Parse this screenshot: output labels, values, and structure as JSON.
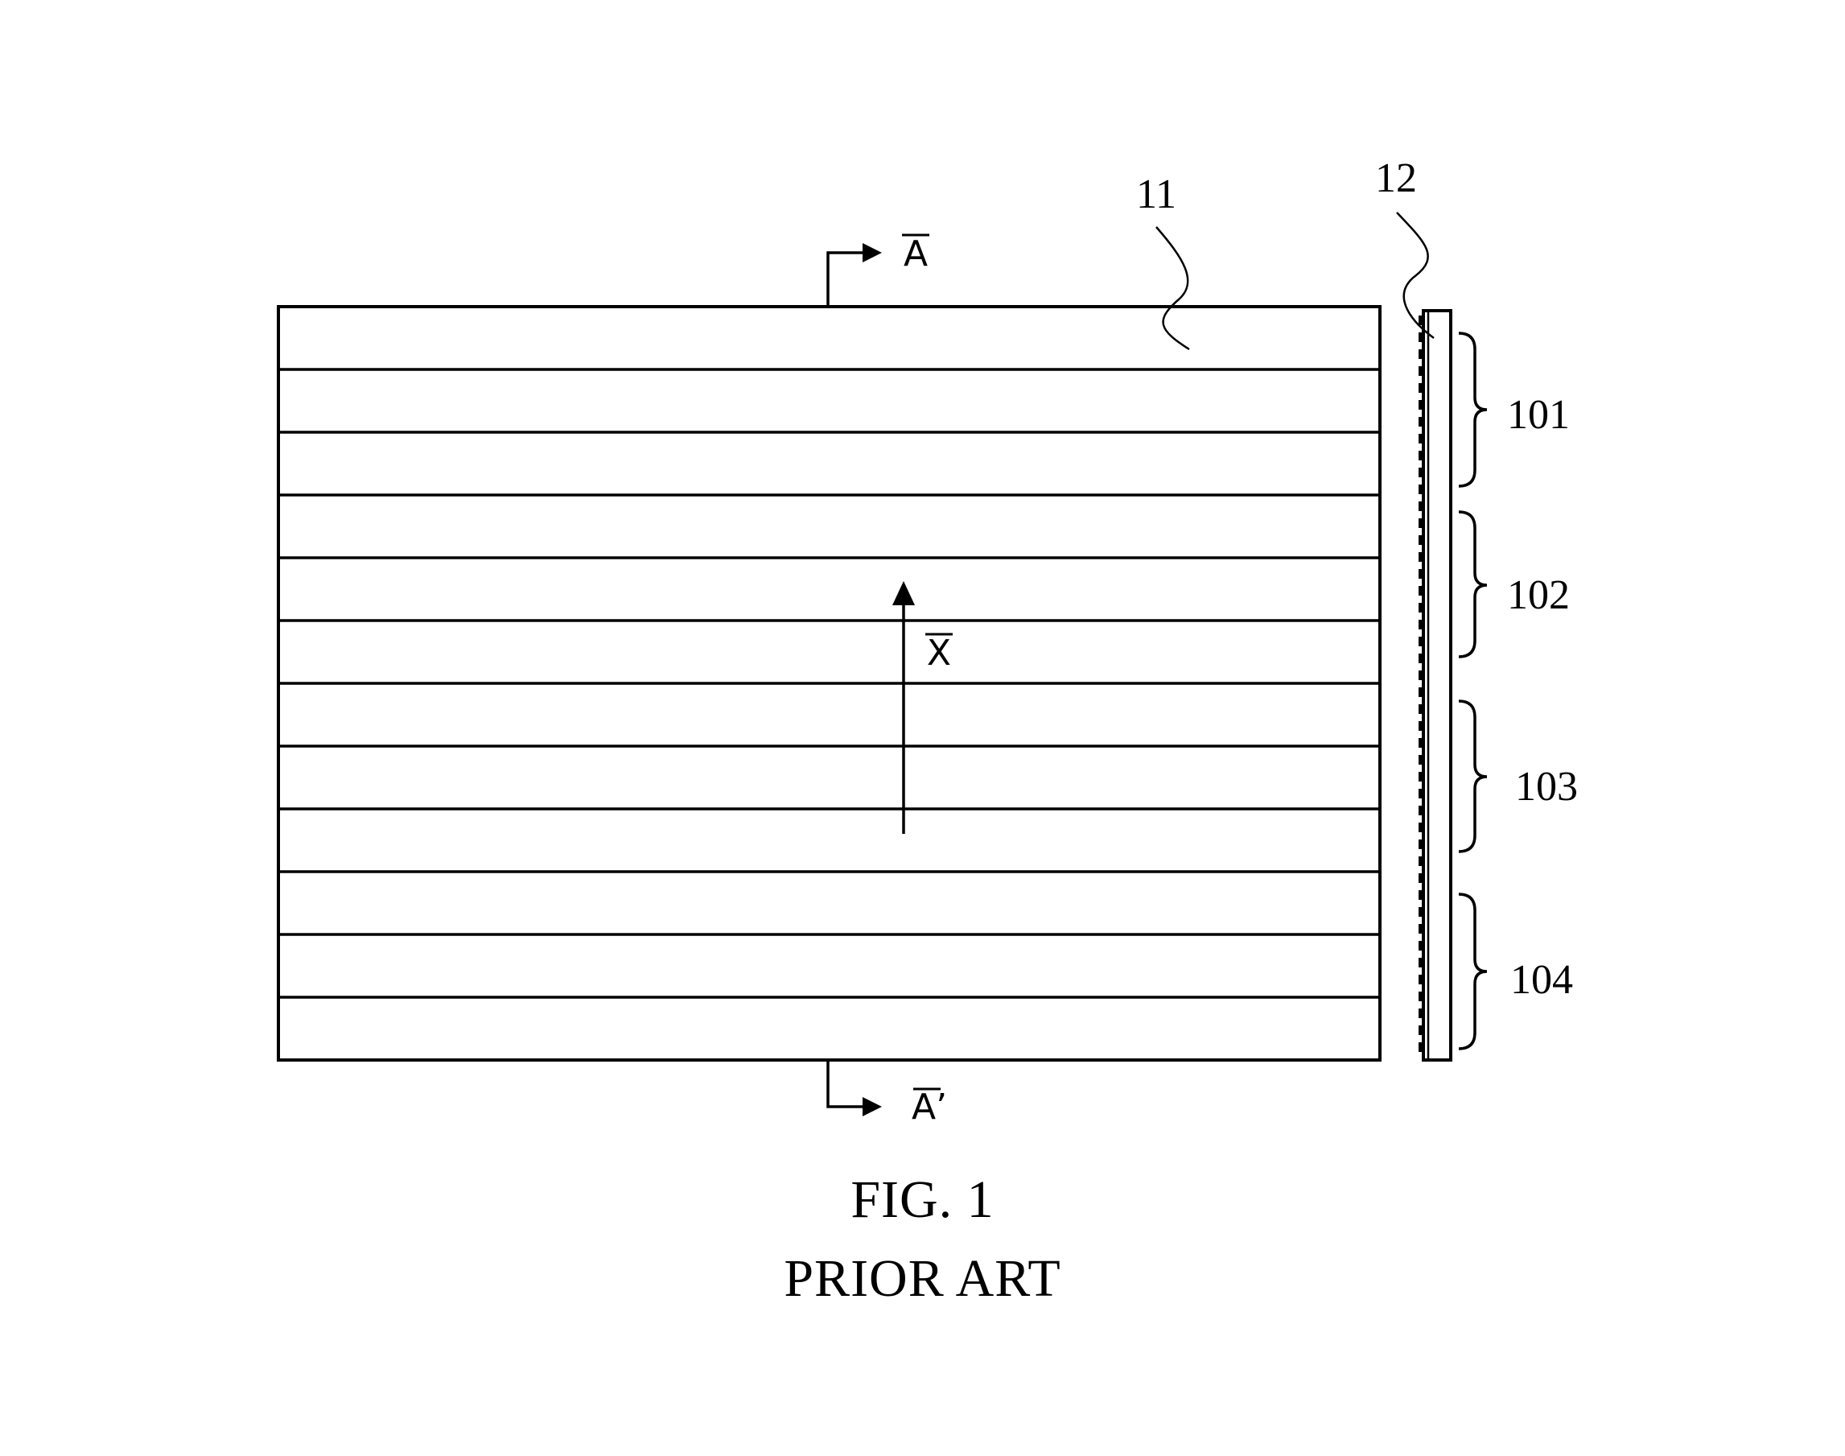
{
  "figure": {
    "title": "FIG. 1",
    "subtitle": "PRIOR ART"
  },
  "labels": {
    "panel": "11",
    "side_strip": "12",
    "section_top": "A",
    "section_bottom": "A’",
    "direction": "X"
  },
  "regions": [
    "101",
    "102",
    "103",
    "104"
  ],
  "panel": {
    "stripe_count": 12
  },
  "colors": {
    "line": "#000000",
    "background": "#ffffff"
  }
}
